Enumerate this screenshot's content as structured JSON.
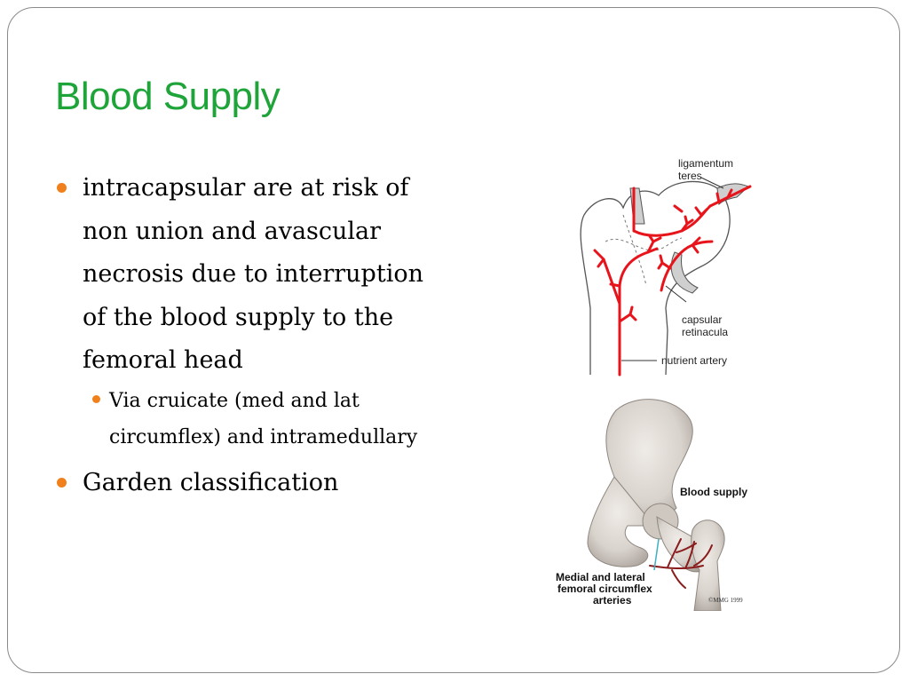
{
  "slide": {
    "title": "Blood Supply",
    "bullets": [
      {
        "text": "intracapsular are at risk of non union and avascular necrosis due to interruption of the blood supply to the femoral head",
        "sub": [
          {
            "text": "Via cruicate (med and lat circumflex) and intramedullary"
          }
        ]
      },
      {
        "text": "Garden classification"
      }
    ]
  },
  "diagram_top": {
    "labels": {
      "ligamentum": "ligamentum",
      "teres": "teres",
      "capsular": "capsular",
      "retinacula": "retinacula",
      "nutrient": "nutrient artery"
    },
    "artery_color": "#e8141b"
  },
  "diagram_bottom": {
    "labels": {
      "heading": "Blood supply",
      "medial": "Medial and  lateral",
      "femoral": "femoral circumflex",
      "arteries": "arteries",
      "copyright": "©MMG 1999"
    },
    "artery_color": "#8a1c1c",
    "bone_color": "#d9d3cd"
  },
  "colors": {
    "title": "#1fa43a",
    "bullet": "#f0801c"
  }
}
